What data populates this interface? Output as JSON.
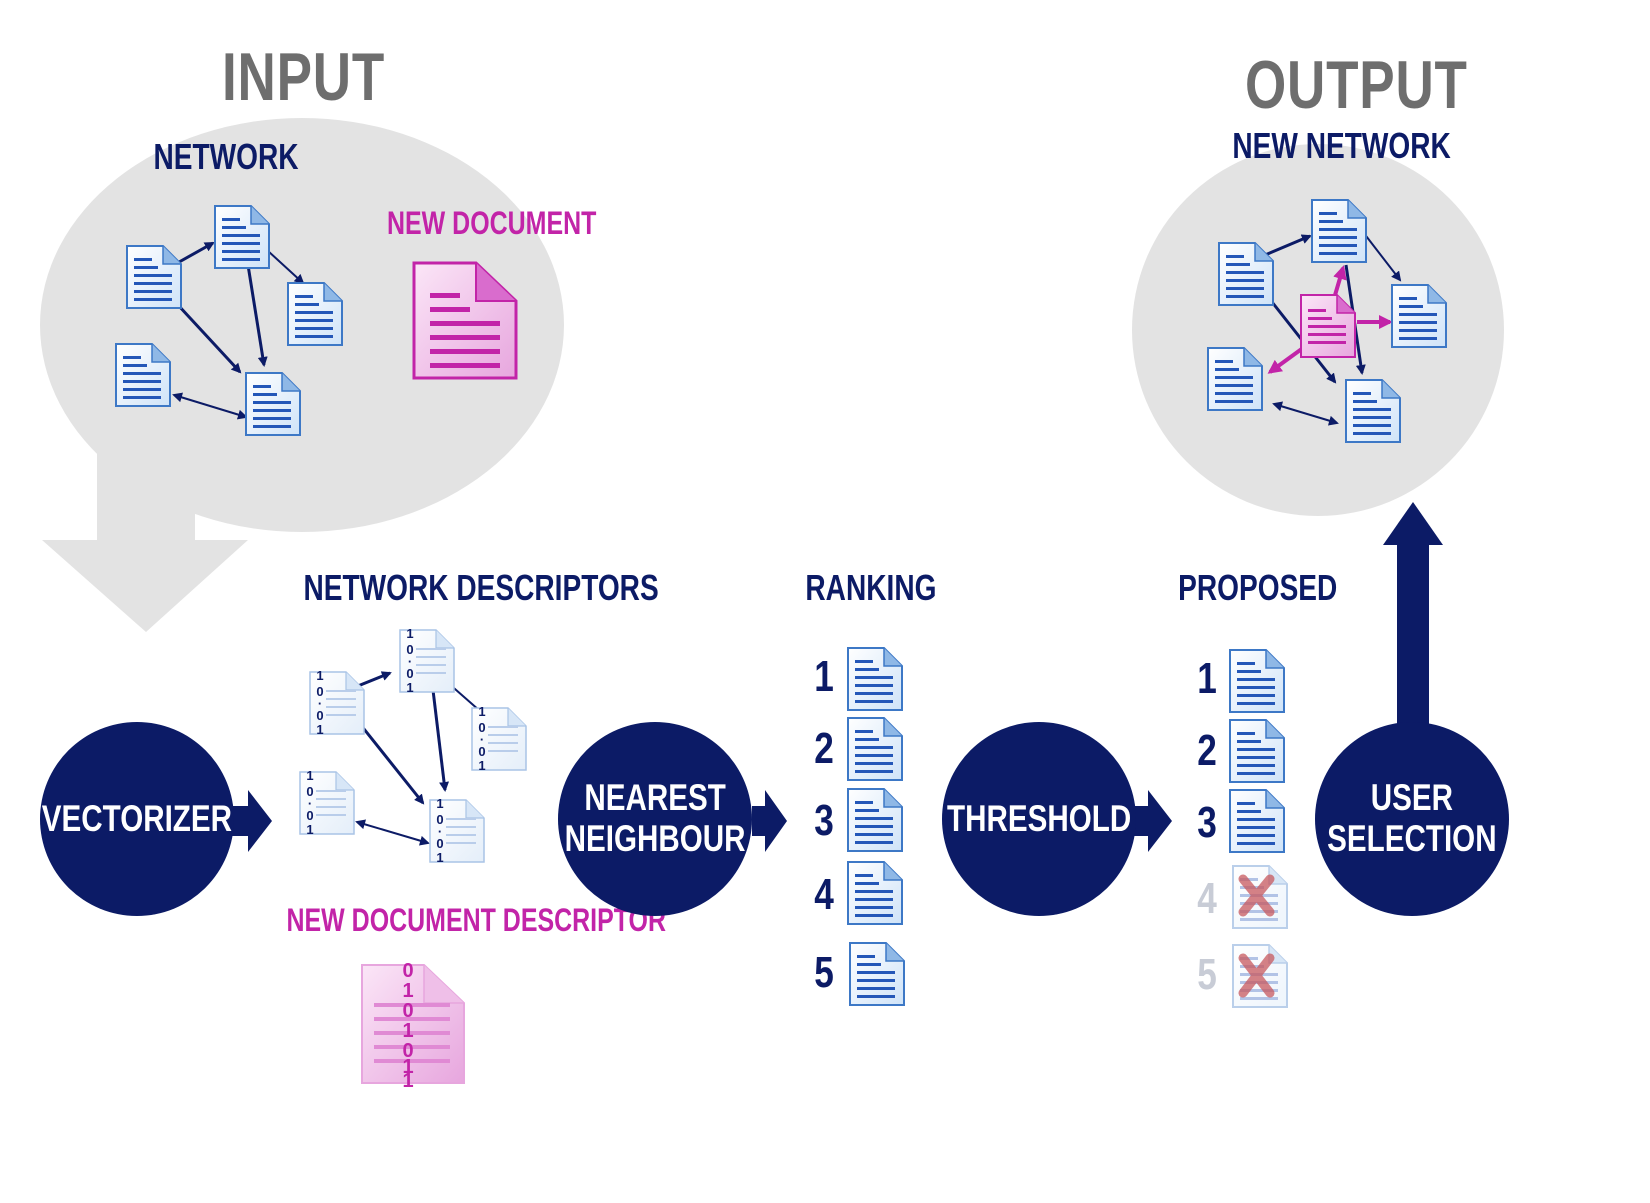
{
  "input": {
    "title": "INPUT",
    "network_label": "NETWORK",
    "new_document_label": "NEW DOCUMENT"
  },
  "output": {
    "title": "OUTPUT",
    "network_label": "NEW NETWORK"
  },
  "descriptors": {
    "network_label": "NETWORK DESCRIPTORS",
    "new_document_label": "NEW DOCUMENT DESCRIPTOR"
  },
  "steps": [
    {
      "id": "vectorizer",
      "label": "VECTORIZER"
    },
    {
      "id": "nearest",
      "label": "NEAREST\nNEIGHBOUR"
    },
    {
      "id": "threshold",
      "label": "THRESHOLD"
    },
    {
      "id": "user",
      "label": "USER\nSELECTION"
    }
  ],
  "ranking": {
    "label": "RANKING",
    "items": [
      "1",
      "2",
      "3",
      "4",
      "5"
    ]
  },
  "proposed": {
    "label": "PROPOSED",
    "items": [
      "1",
      "2",
      "3",
      "4",
      "5"
    ],
    "rejected": [
      "4",
      "5"
    ]
  },
  "colors": {
    "navy": "#0c1b66",
    "magenta": "#c224a8",
    "gray_bubble": "#e3e3e3",
    "title_gray": "#6e6e6e"
  },
  "icons": {
    "document": "document-icon",
    "binary_document": "binary-document-icon",
    "reject": "red-x-icon"
  }
}
